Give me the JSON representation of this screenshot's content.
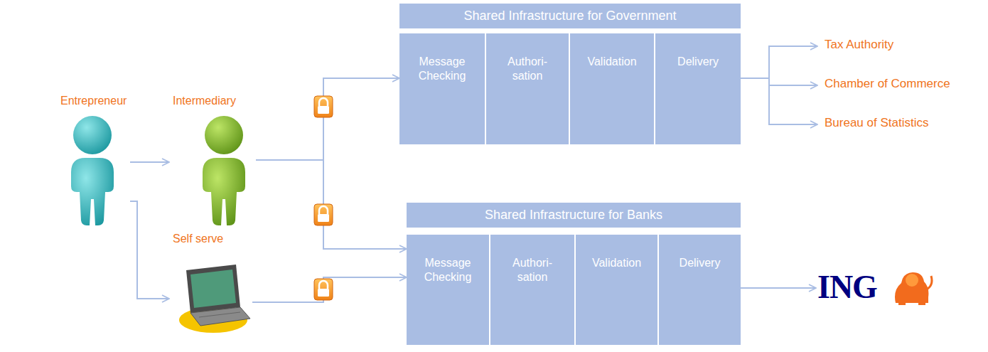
{
  "diagram": {
    "nodes": [
      {
        "text": [
          "Entrepreneur"
        ]
      },
      {
        "text": [
          "Intermediary"
        ]
      },
      {
        "text": [
          "Self serve"
        ]
      },
      {
        "text": [
          "Shared Infrastructure for Government"
        ]
      },
      {
        "text": [
          "Message Checking"
        ],
        "in": 3
      },
      {
        "text": [
          "Authori- sation"
        ],
        "in": 3
      },
      {
        "text": [
          "Validation"
        ],
        "in": 3
      },
      {
        "text": [
          "Delivery"
        ],
        "in": 3
      },
      {
        "text": [
          "Tax Authority"
        ]
      },
      {
        "text": [
          "Chamber of Commerce"
        ]
      },
      {
        "text": [
          "Bureau of Statistics"
        ]
      },
      {
        "text": [
          "Shared Infrastructure for Banks"
        ]
      },
      {
        "text": [
          "Message Checking"
        ],
        "in": 11
      },
      {
        "text": [
          "Authori- sation"
        ],
        "in": 11
      },
      {
        "text": [
          "Validation"
        ],
        "in": 11
      },
      {
        "text": [
          "Delivery"
        ],
        "in": 11
      },
      {
        "text": [
          "ING"
        ]
      }
    ],
    "edges": [
      {
        "from": 0,
        "to": 1,
        "arrow": "to"
      },
      {
        "from": 0,
        "to": 2,
        "arrow": "to"
      },
      {
        "from": 1,
        "to": 4,
        "arrow": "to"
      },
      {
        "from": 1,
        "to": 12,
        "arrow": "to"
      },
      {
        "from": 2,
        "to": 12,
        "arrow": "to"
      },
      {
        "from": 7,
        "to": 8,
        "arrow": "to"
      },
      {
        "from": 7,
        "to": 9,
        "arrow": "to"
      },
      {
        "from": 7,
        "to": 10,
        "arrow": "to"
      },
      {
        "from": 15,
        "to": 16,
        "arrow": "to"
      }
    ]
  }
}
